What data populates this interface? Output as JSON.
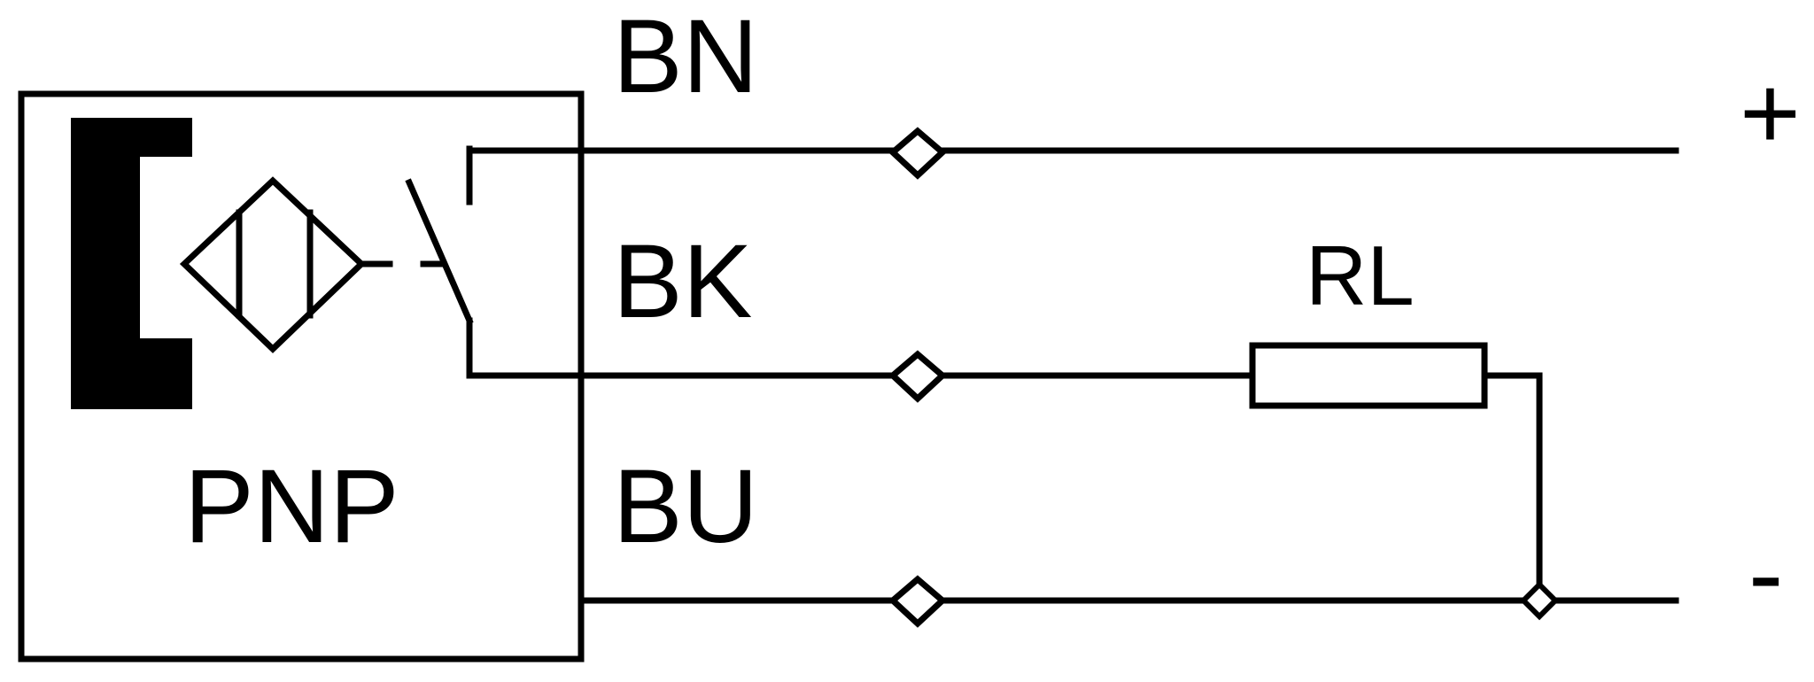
{
  "sensor": {
    "type_label": "PNP"
  },
  "wires": {
    "brown": {
      "label": "BN",
      "polarity": "+"
    },
    "black": {
      "label": "BK"
    },
    "blue": {
      "label": "BU",
      "polarity": "-"
    }
  },
  "load": {
    "label": "RL"
  },
  "colors": {
    "line": "#000000",
    "background": "#ffffff"
  }
}
